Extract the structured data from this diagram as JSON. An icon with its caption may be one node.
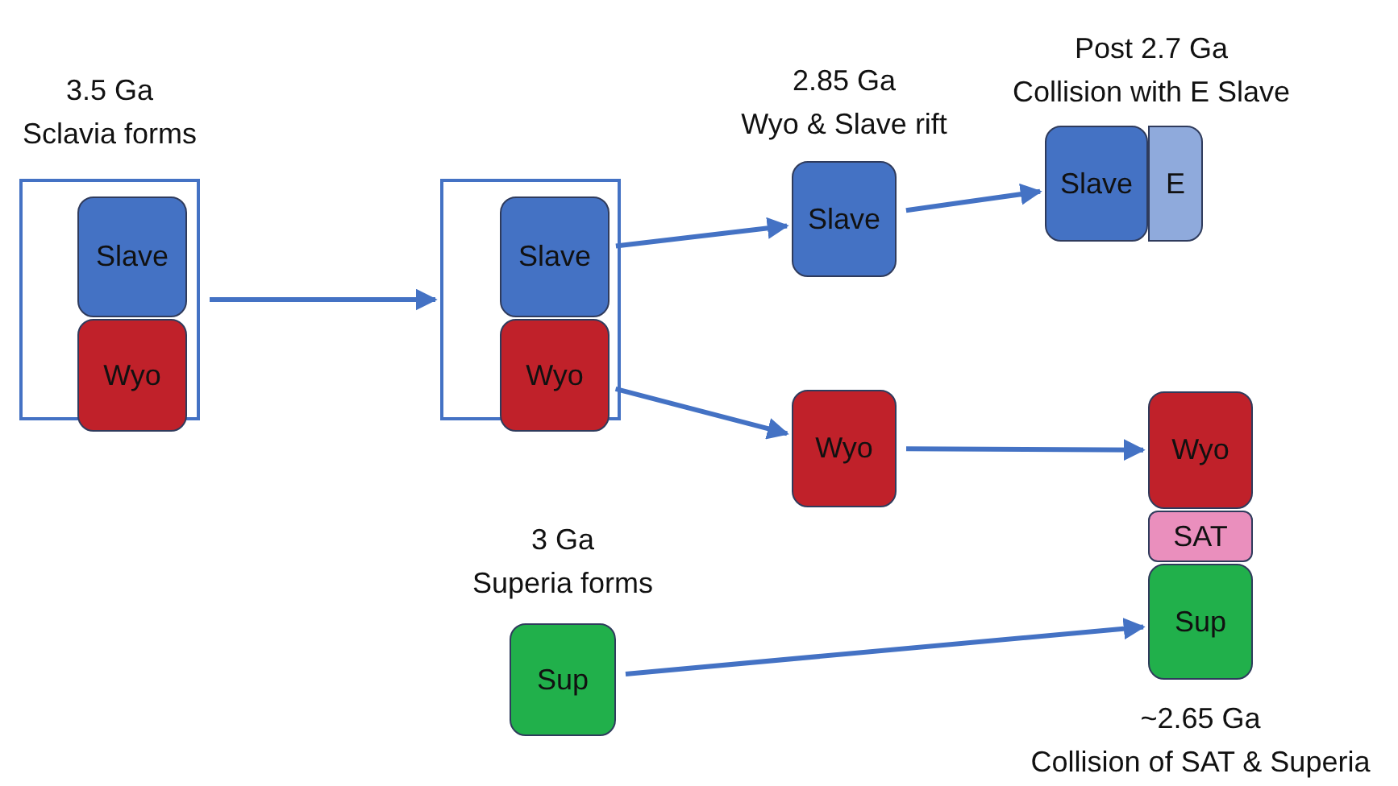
{
  "diagram": {
    "nodes": [
      {
        "text": [
          "3.5 Ga",
          "Sclavia forms"
        ]
      },
      {
        "text": [
          "Slave"
        ],
        "in": 0
      },
      {
        "text": [
          "Wyo"
        ],
        "in": 0
      },
      {
        "text": [],
        "shape": "box"
      },
      {
        "text": [
          "Slave"
        ],
        "in": 3
      },
      {
        "text": [
          "Wyo"
        ],
        "in": 3
      },
      {
        "text": [
          "Slave"
        ],
        "beside": [
          "2.85 Ga",
          "Wyo & Slave rift"
        ]
      },
      {
        "text": [
          "E"
        ]
      },
      {
        "text": [
          "Slave"
        ],
        "beside": [
          "Post 2.7 Ga",
          "Collision with E Slave"
        ]
      },
      {
        "text": [
          "Wyo"
        ]
      },
      {
        "text": [
          "Wyo"
        ]
      },
      {
        "text": [
          "SAT"
        ]
      },
      {
        "text": [
          "Sup"
        ],
        "beside": [
          "~2.65 Ga",
          "Collision of SAT & Superia"
        ]
      },
      {
        "text": [
          "Sup"
        ],
        "beside": [
          "3 Ga",
          "Superia forms"
        ]
      }
    ],
    "edges": [
      {
        "from": 0,
        "to": 3,
        "arrow": "to"
      },
      {
        "from": 4,
        "to": 6,
        "arrow": "to"
      },
      {
        "from": 5,
        "to": 9,
        "arrow": "to"
      },
      {
        "from": 6,
        "to": 8,
        "arrow": "to"
      },
      {
        "from": 9,
        "to": 10,
        "arrow": "to"
      },
      {
        "from": 13,
        "to": 12,
        "arrow": "to"
      }
    ]
  }
}
